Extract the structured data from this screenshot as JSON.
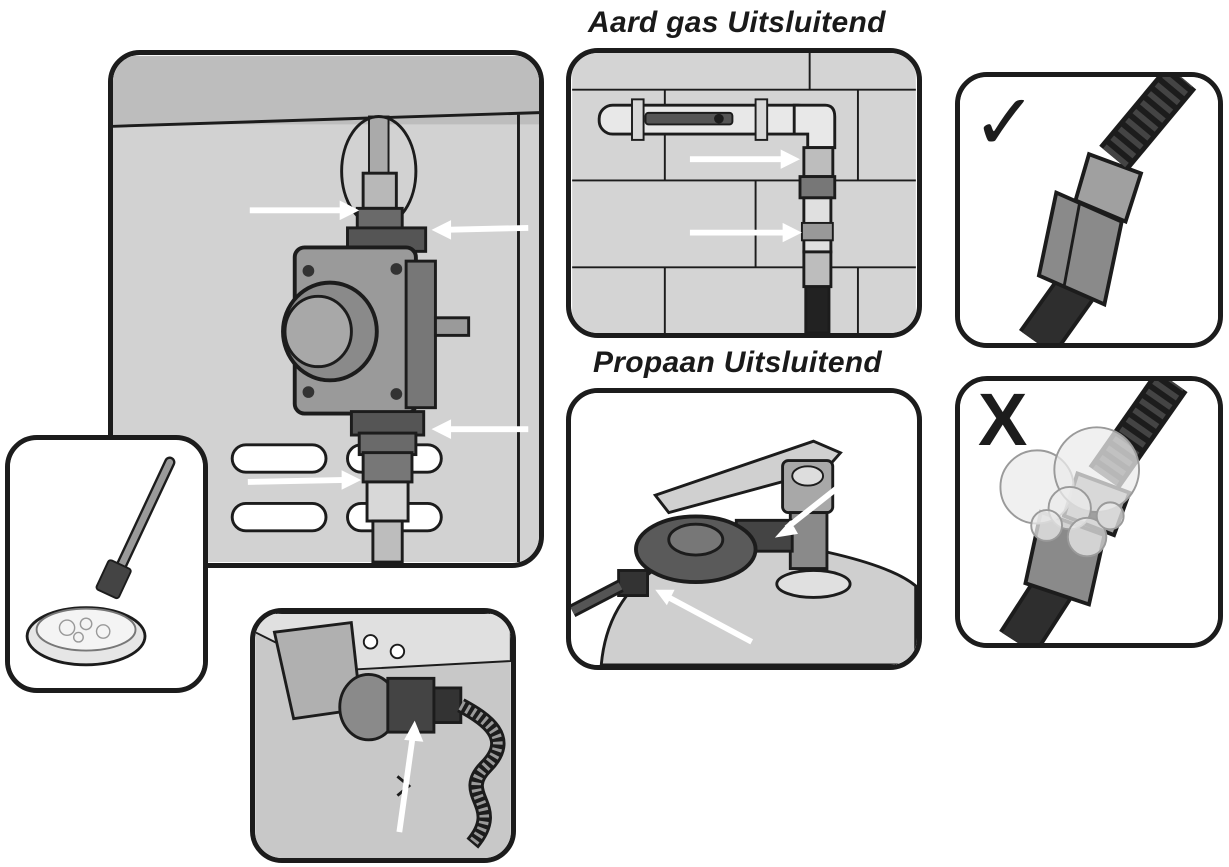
{
  "headings": {
    "natural_gas": "Aard gas Uitsluitend",
    "propane": "Propaan Uitsluitend"
  },
  "symbols": {
    "correct": "✓",
    "incorrect": "X"
  },
  "colors": {
    "outline": "#1c1c1c",
    "metal_light": "#c8c8c8",
    "metal_mid": "#8e8e8e",
    "metal_dark": "#4a4a4a",
    "hose": "#2a2a2a",
    "arrow": "#ffffff"
  }
}
